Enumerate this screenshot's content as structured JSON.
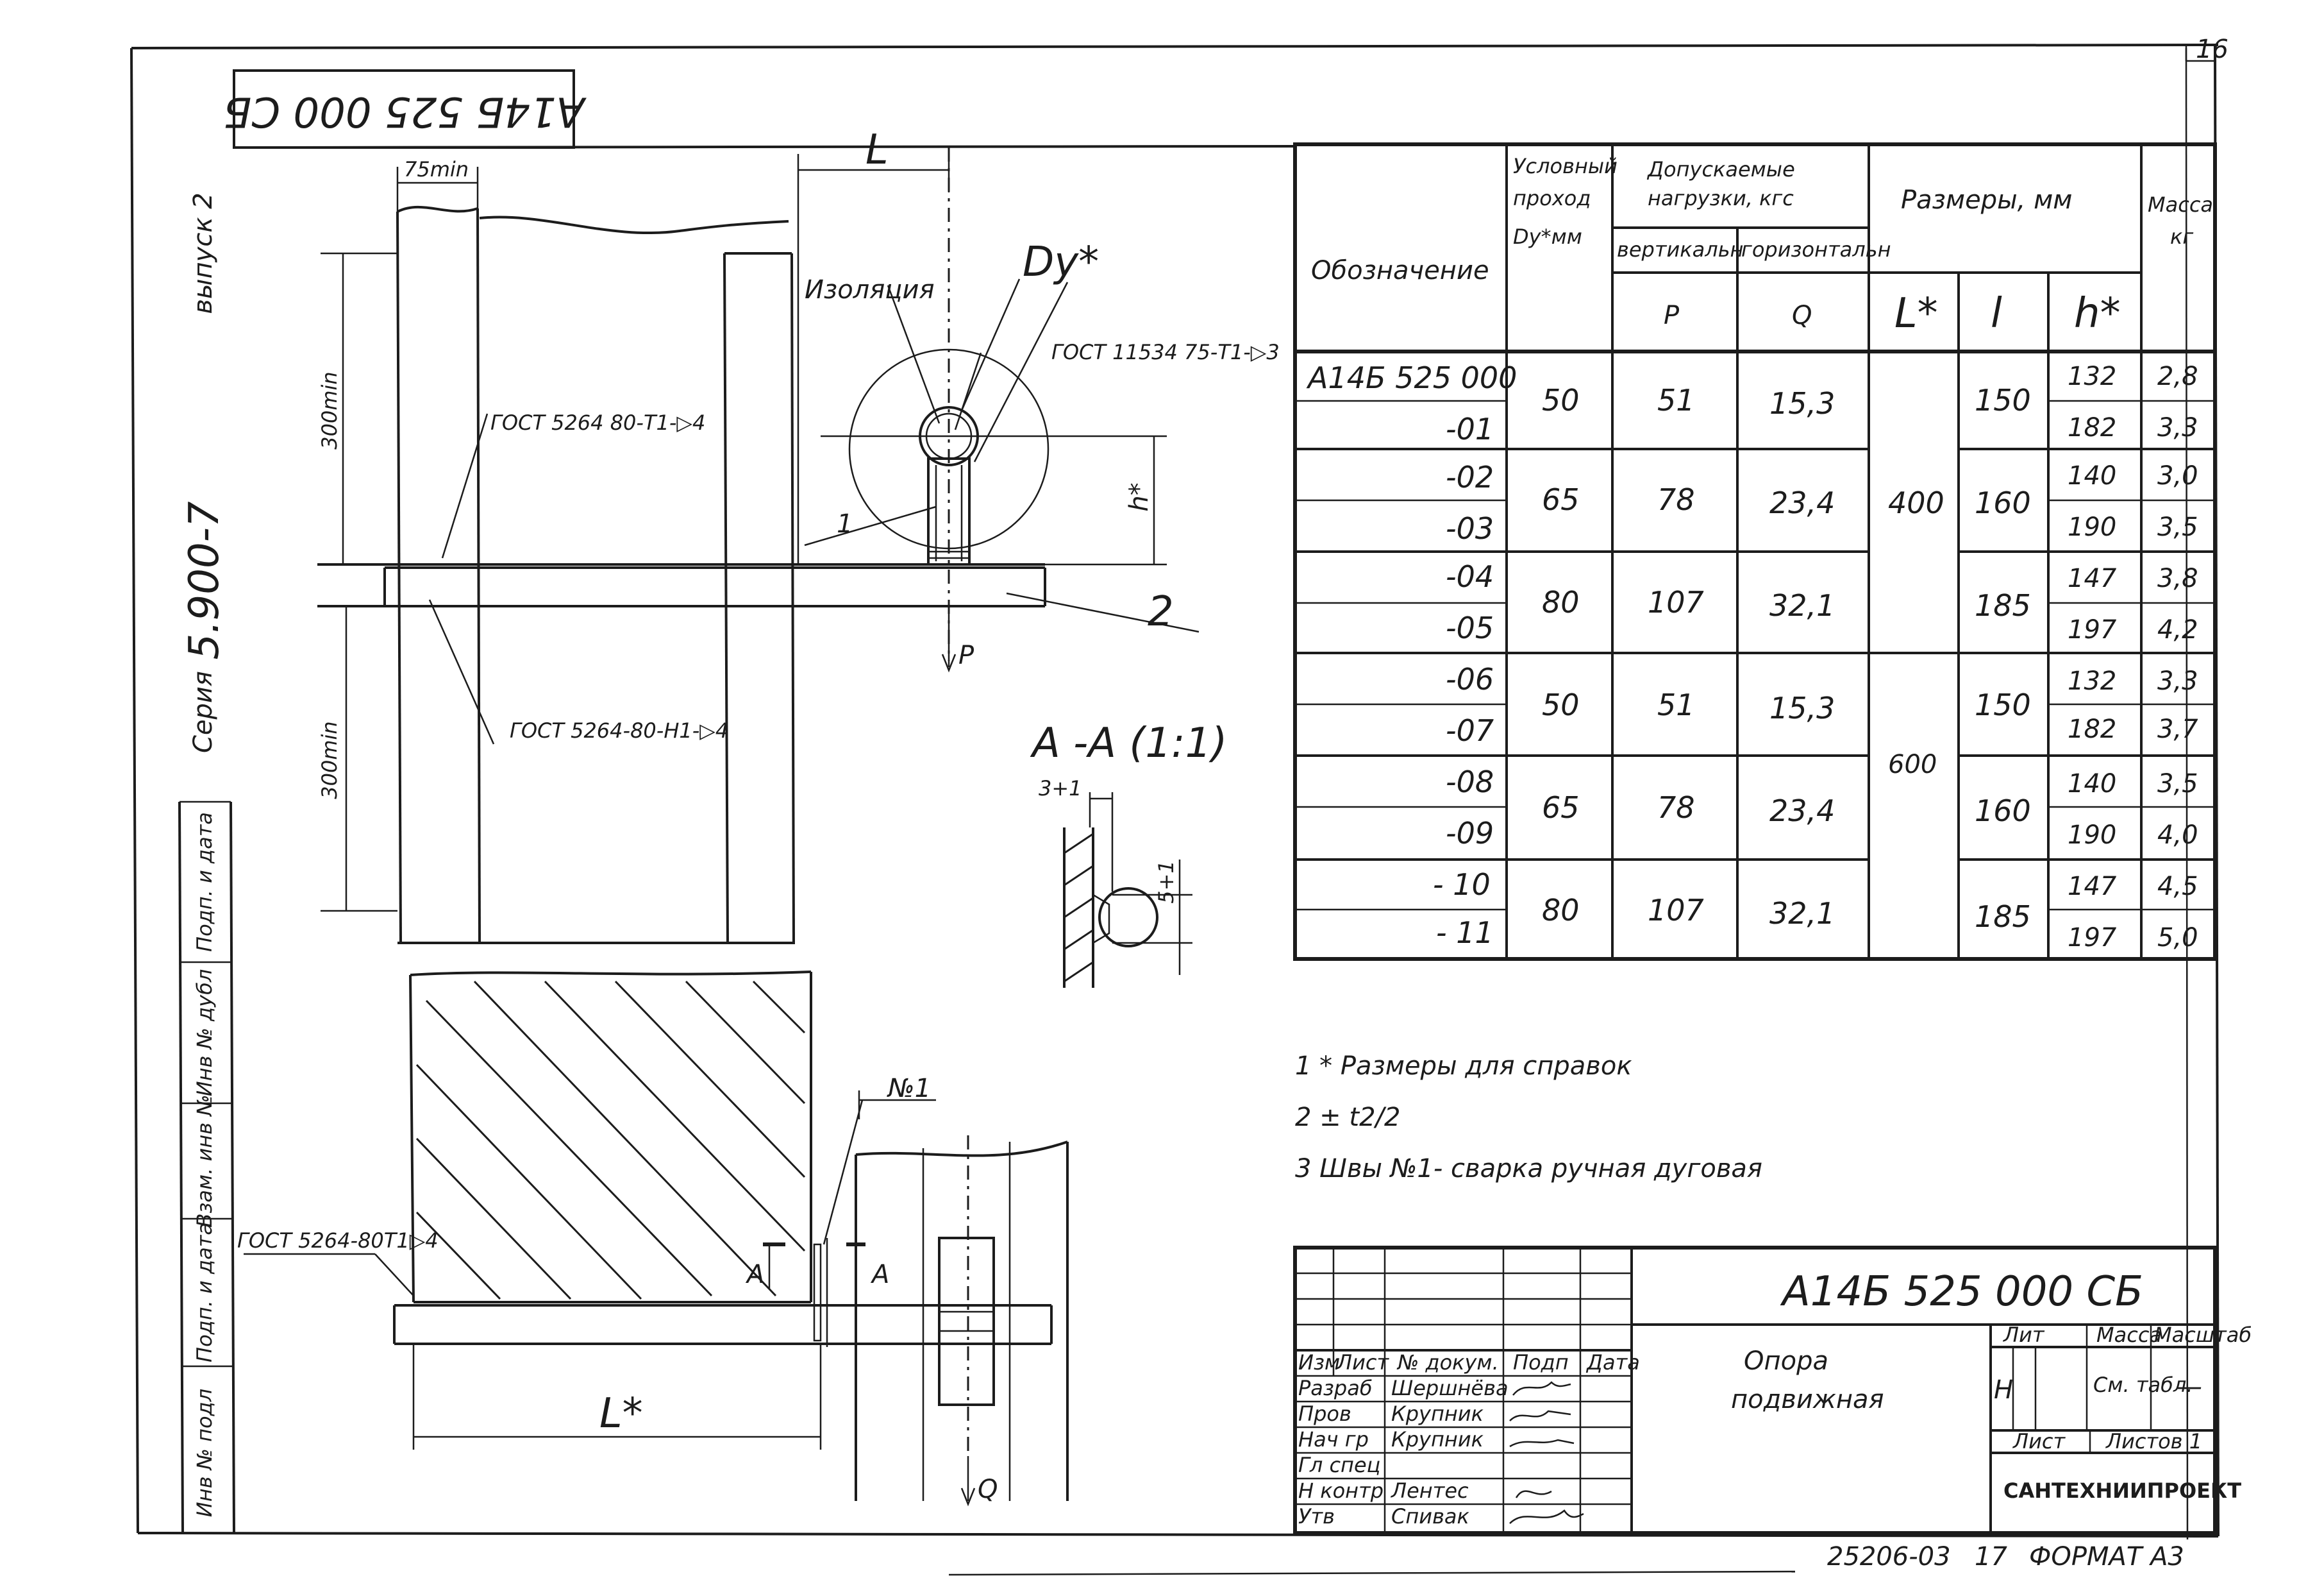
{
  "sheet": {
    "page_no": "16",
    "top_stamp": "А14Б 525 000 СБ",
    "series_label": "Серия",
    "series_value": "5.900-7",
    "issue": "выпуск 2",
    "footer_doc": "25206-03",
    "footer_page": "17",
    "footer_format": "ФОРМАТ А3"
  },
  "left_stamp": [
    "Инв № подл",
    "Подп. и дата",
    "Взам. инв №",
    "Инв № дубл",
    "Подп. и дата"
  ],
  "table": {
    "headers": {
      "designation": "Обозначение",
      "dn_line1": "Условный",
      "dn_line2": "проход",
      "dn_line3": "Dу*мм",
      "loads_line1": "Допускаемые",
      "loads_line2": "нагрузки, кгс",
      "vertical": "вертикальн",
      "horizontal": "горизонтальн",
      "sizes": "Размеры, мм",
      "mass_line1": "Масса,",
      "mass_line2": "кг",
      "P": "P",
      "Q": "Q",
      "L": "L*",
      "l": "l",
      "h": "h*"
    },
    "designations": [
      "А14Б 525 000",
      "-01",
      "-02",
      "-03",
      "-04",
      "-05",
      "-06",
      "-07",
      "-08",
      "-09",
      "- 10",
      "- 11"
    ],
    "dn": [
      "50",
      "65",
      "80",
      "50",
      "65",
      "80"
    ],
    "p": [
      "51",
      "78",
      "107",
      "51",
      "78",
      "107"
    ],
    "q": [
      "15,3",
      "23,4",
      "32,1",
      "15,3",
      "23,4",
      "32,1"
    ],
    "L": [
      "400",
      "600"
    ],
    "l": [
      "150",
      "160",
      "185",
      "150",
      "160",
      "185"
    ],
    "h": [
      "132",
      "182",
      "140",
      "190",
      "147",
      "197",
      "132",
      "182",
      "140",
      "190",
      "147",
      "197"
    ],
    "mass": [
      "2,8",
      "3,3",
      "3,0",
      "3,5",
      "3,8",
      "4,2",
      "3,3",
      "3,7",
      "3,5",
      "4,0",
      "4,5",
      "5,0"
    ]
  },
  "notes": [
    "1 * Размеры для справок",
    "2 ± t2/2",
    "3 Швы №1- сварка ручная дуговая"
  ],
  "drawing": {
    "dim_75min": "75min",
    "dim_l": "L",
    "dim_dy": "Dу*",
    "izol": "Изоляция",
    "weld_gost_top": "ГОСТ 11534 75-Т1-▷3",
    "weld_gost_left1": "ГОСТ 5264 80-Т1-▷4",
    "weld_gost_left2": "ГОСТ 5264-80-Н1-▷4",
    "weld_gost_bottom": "ГОСТ 5264-80Т1▷4",
    "dim_h": "h*",
    "dim_300_top": "300min",
    "dim_300_bot": "300min",
    "pos1": "1",
    "pos2": "2",
    "force_p": "P",
    "force_q": "Q",
    "section_title": "А -А (1:1)",
    "sec_dim1": "3+1",
    "sec_dim2": "5+1",
    "weld_no1": "№1",
    "cut_a_left": "А",
    "cut_a_right": "А",
    "dim_L_star": "L*"
  },
  "title_block": {
    "code": "А14Б 525 000 СБ",
    "name_line1": "Опора",
    "name_line2": "подвижная",
    "col_headers": [
      "Изм",
      "Лист",
      "№ докум.",
      "Подп",
      "Дата"
    ],
    "roles": [
      "Разраб",
      "Пров",
      "Нач гр",
      "Гл спец",
      "Н контр",
      "Утв"
    ],
    "names": [
      "Шершнёва",
      "Крупник",
      "Крупник",
      "",
      "Лентес",
      "Спивак"
    ],
    "lit_label": "Лит",
    "mass_label": "Масса",
    "scale_label": "Масштаб",
    "lit_value": "Н",
    "mass_value": "См. табл.",
    "scale_value": "—",
    "sheet_label": "Лист",
    "sheets_label": "Листов 1",
    "org": "САНТЕХНИИПРОЕКТ"
  }
}
